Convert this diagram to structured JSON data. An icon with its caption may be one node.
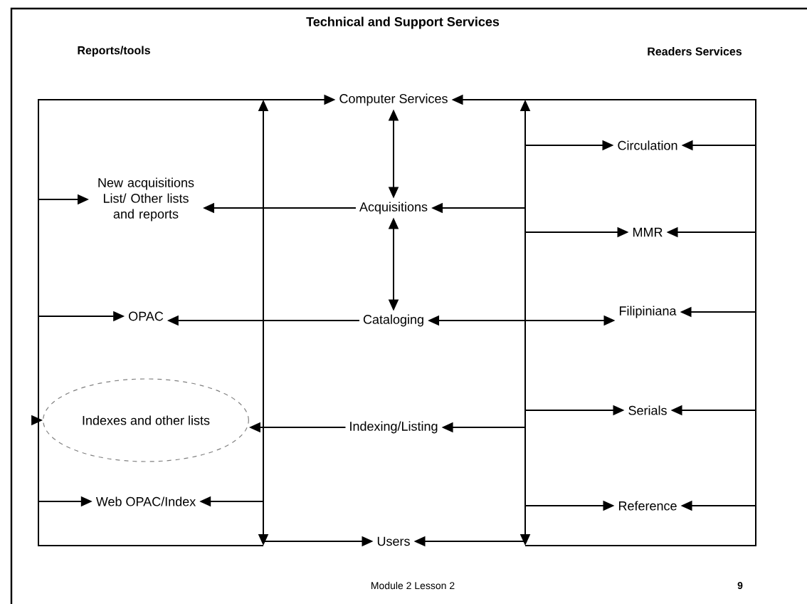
{
  "diagram": {
    "title": "Technical and Support Services",
    "nodes": [
      {
        "text": [
          "Computer Services"
        ]
      },
      {
        "text": [
          "Acquisitions"
        ]
      },
      {
        "text": [
          "Cataloging"
        ]
      },
      {
        "text": [
          "Indexing/Listing"
        ]
      },
      {
        "text": [
          "Users"
        ]
      },
      {
        "text": [
          "New acquisitions List/ Other lists and reports"
        ]
      },
      {
        "text": [
          "OPAC"
        ]
      },
      {
        "text": [
          "Indexes and other lists"
        ]
      },
      {
        "text": [
          "Web OPAC/Index"
        ]
      },
      {
        "text": [
          "Circulation"
        ]
      },
      {
        "text": [
          "MMR"
        ]
      },
      {
        "text": [
          "Filipiniana"
        ]
      },
      {
        "text": [
          "Serials"
        ]
      },
      {
        "text": [
          "Reference"
        ]
      }
    ],
    "edges": [
      {
        "from": null,
        "to": 0,
        "arrow": "to"
      },
      {
        "from": null,
        "to": 0,
        "arrow": "to"
      },
      {
        "from": 0,
        "to": 1,
        "arrow": "both"
      },
      {
        "from": 1,
        "to": 2,
        "arrow": "both"
      },
      {
        "from": 1,
        "to": 5,
        "arrow": "to"
      },
      {
        "from": 2,
        "to": 6,
        "arrow": "to"
      },
      {
        "from": 3,
        "to": 7,
        "arrow": "to"
      },
      {
        "from": null,
        "to": 8,
        "arrow": "to"
      },
      {
        "from": null,
        "to": 4,
        "arrow": "to"
      },
      {
        "from": null,
        "to": 4,
        "arrow": "to"
      },
      {
        "from": null,
        "to": 1,
        "arrow": "to"
      },
      {
        "from": 2,
        "to": 11,
        "arrow": "both"
      },
      {
        "from": null,
        "to": 3,
        "arrow": "to"
      },
      {
        "from": null,
        "to": 9,
        "arrow": "to"
      },
      {
        "from": null,
        "to": 10,
        "arrow": "to"
      },
      {
        "from": null,
        "to": 12,
        "arrow": "to"
      },
      {
        "from": null,
        "to": 13,
        "arrow": "to"
      },
      {
        "from": null,
        "to": 9,
        "arrow": "to"
      },
      {
        "from": null,
        "to": 10,
        "arrow": "to"
      },
      {
        "from": null,
        "to": 11,
        "arrow": "to"
      },
      {
        "from": null,
        "to": 12,
        "arrow": "to"
      },
      {
        "from": null,
        "to": 13,
        "arrow": "to"
      },
      {
        "from": null,
        "to": 5,
        "arrow": "to"
      },
      {
        "from": null,
        "to": 6,
        "arrow": "to"
      },
      {
        "from": null,
        "to": 7,
        "arrow": "to"
      },
      {
        "from": null,
        "to": 8,
        "arrow": "to"
      }
    ],
    "labels": [
      "Reports/tools",
      "Readers Services",
      "Module 2 Lesson 2",
      "9"
    ]
  }
}
